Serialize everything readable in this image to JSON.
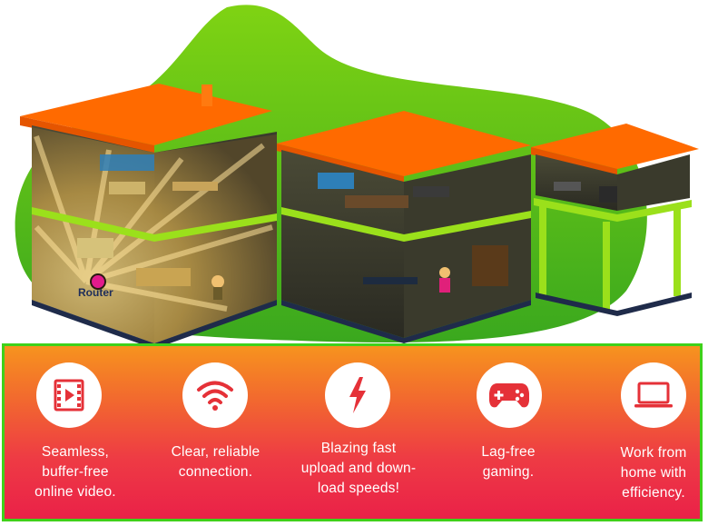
{
  "scene": {
    "router_label": "Router"
  },
  "colors": {
    "roof": "#ff6a00",
    "blob": "#5fc11d",
    "floor_green": "#8fd11a",
    "wall_dark": "#2c2c1e",
    "banner_top": "#f7931e",
    "banner_bottom": "#ea2148",
    "banner_border": "#3fd11a",
    "icon_red": "#e53138"
  },
  "features": [
    {
      "icon": "video-film-icon",
      "label": "Seamless,\nbuffer-free\nonline video."
    },
    {
      "icon": "wifi-icon",
      "label": "Clear, reliable\nconnection."
    },
    {
      "icon": "lightning-bolt-icon",
      "label": "Blazing fast\nupload and down-\nload speeds!"
    },
    {
      "icon": "gamepad-icon",
      "label": "Lag-free\ngaming."
    },
    {
      "icon": "laptop-icon",
      "label": "Work from\nhome with\nefficiency."
    }
  ]
}
